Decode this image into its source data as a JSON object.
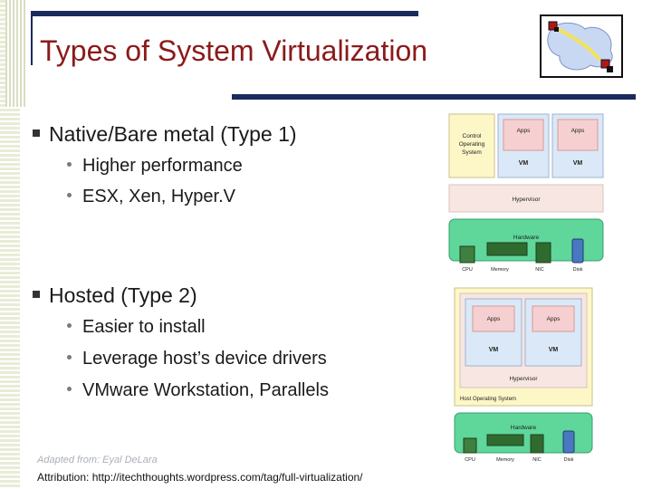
{
  "title": "Types of System Virtualization",
  "sections": [
    {
      "heading": "Native/Bare metal (Type 1)",
      "bullets": [
        "Higher performance",
        "ESX, Xen, Hyper.V"
      ]
    },
    {
      "heading": "Hosted (Type  2)",
      "bullets": [
        "Easier to install",
        "Leverage host’s device drivers",
        "VMware Workstation, Parallels"
      ]
    }
  ],
  "footer": {
    "adapted": "Adapted from: Eyal DeLara",
    "attribution": "Attribution: http://itechthoughts.wordpress.com/tag/full-virtualization/"
  },
  "diagram1": {
    "control_os_line1": "Control",
    "control_os_line2": "Operating",
    "control_os_line3": "System",
    "apps1": "Apps",
    "apps2": "Apps",
    "vm1": "VM",
    "vm2": "VM",
    "hypervisor": "Hypervisor",
    "hardware": "Hardware",
    "cpu": "CPU",
    "memory": "Memory",
    "nic": "NIC",
    "disk": "Disk"
  },
  "diagram2": {
    "apps1": "Apps",
    "apps2": "Apps",
    "vm1": "VM",
    "vm2": "VM",
    "hypervisor": "Hypervisor",
    "host_os": "Host Operating System",
    "hardware": "Hardware",
    "cpu": "CPU",
    "memory": "Memory",
    "nic": "NIC",
    "disk": "Disk"
  },
  "colors": {
    "title": "#8b1a1a",
    "bars": "#1b2a5e",
    "os_yellow": "#fdf7c8",
    "vm_blue": "#dbe8f7",
    "apps_pink": "#f6d0d0",
    "hypervisor_pink": "#f7e6e2",
    "hardware_green": "#5fd69a"
  }
}
